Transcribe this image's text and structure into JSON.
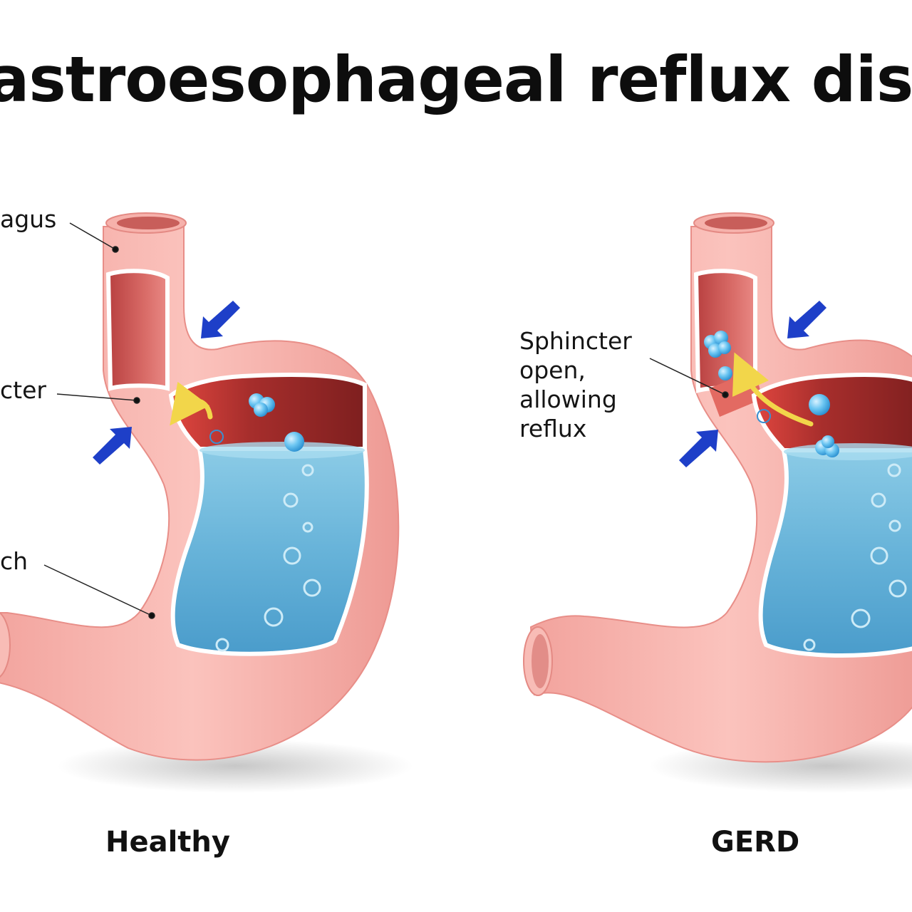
{
  "title": "astroesophageal reflux diseas",
  "labels": {
    "esophagus": "agus",
    "sphincter_healthy": "cter",
    "stomach": "ch",
    "sphincter_open": [
      "Sphincter",
      "open,",
      "allowing",
      "reflux"
    ]
  },
  "captions": {
    "healthy": "Healthy",
    "gerd": "GERD"
  },
  "colors": {
    "stomach_wall": "#f7b3ad",
    "stomach_wall_dark": "#e98f89",
    "cavity": "#9c2b2b",
    "acid_fluid": "#6fb8dc",
    "bubbles": "#4fb6ea",
    "pressure_arrows": "#1e3fc8",
    "flow_arrows": "#f2d64a",
    "text": "#111111"
  },
  "icons": {
    "pressure_arrow": "blue-arrow-icon",
    "flow_arrow": "yellow-curved-arrow-icon",
    "bubble": "acid-bubble-icon"
  }
}
